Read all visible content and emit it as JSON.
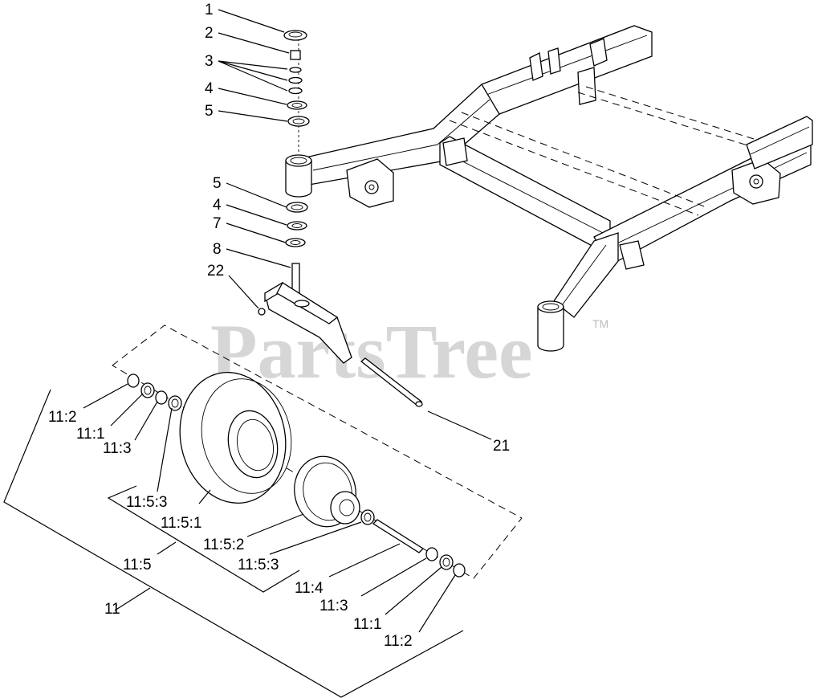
{
  "watermark": {
    "text": "PartsTree",
    "trademark": "TM"
  },
  "callouts": [
    {
      "id": "c-1",
      "text": "1"
    },
    {
      "id": "c-2",
      "text": "2"
    },
    {
      "id": "c-3",
      "text": "3"
    },
    {
      "id": "c-4a",
      "text": "4"
    },
    {
      "id": "c-5a",
      "text": "5"
    },
    {
      "id": "c-5b",
      "text": "5"
    },
    {
      "id": "c-4b",
      "text": "4"
    },
    {
      "id": "c-7",
      "text": "7"
    },
    {
      "id": "c-8",
      "text": "8"
    },
    {
      "id": "c-22",
      "text": "22"
    },
    {
      "id": "c-21",
      "text": "21"
    },
    {
      "id": "c-11-2a",
      "text": "11:2"
    },
    {
      "id": "c-11-1a",
      "text": "11:1"
    },
    {
      "id": "c-11-3a",
      "text": "11:3"
    },
    {
      "id": "c-11-5-3a",
      "text": "11:5:3"
    },
    {
      "id": "c-11-5-1",
      "text": "11:5:1"
    },
    {
      "id": "c-11-5-2",
      "text": "11:5:2"
    },
    {
      "id": "c-11-5-3b",
      "text": "11:5:3"
    },
    {
      "id": "c-11-5",
      "text": "11:5"
    },
    {
      "id": "c-11-4",
      "text": "11:4"
    },
    {
      "id": "c-11-3b",
      "text": "11:3"
    },
    {
      "id": "c-11-1b",
      "text": "11:1"
    },
    {
      "id": "c-11-2b",
      "text": "11:2"
    },
    {
      "id": "c-11",
      "text": "11"
    }
  ]
}
